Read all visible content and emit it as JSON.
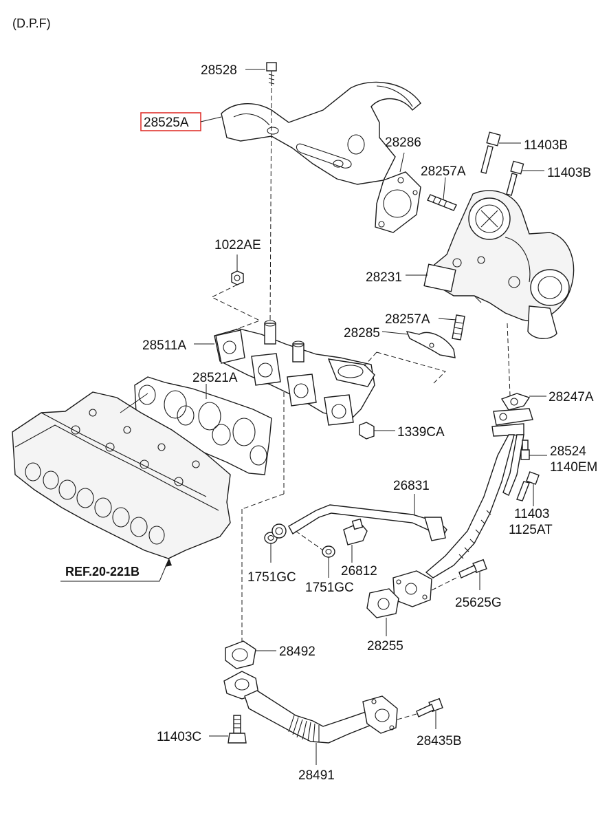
{
  "header": {
    "variant": "(D.P.F)"
  },
  "highlight_color": "#e0332f",
  "labels": {
    "p28528": "28528",
    "p28525A": "28525A",
    "p28286": "28286",
    "p11403B_a": "11403B",
    "p11403B_b": "11403B",
    "p28257A_a": "28257A",
    "p1022AE": "1022AE",
    "p28231": "28231",
    "p28257A_b": "28257A",
    "p28285": "28285",
    "p28511A": "28511A",
    "p28521A": "28521A",
    "p28247A": "28247A",
    "p1339CA": "1339CA",
    "p28524": "28524",
    "p1140EM": "1140EM",
    "p26831": "26831",
    "p11403": "11403",
    "p1125AT": "1125AT",
    "p26812": "26812",
    "p1751GC_a": "1751GC",
    "p1751GC_b": "1751GC",
    "p25625G": "25625G",
    "p28255": "28255",
    "p28492": "28492",
    "p11403C": "11403C",
    "p28435B": "28435B",
    "p28491": "28491",
    "ref": "REF.20-221B"
  },
  "highlighted_part": "28525A"
}
